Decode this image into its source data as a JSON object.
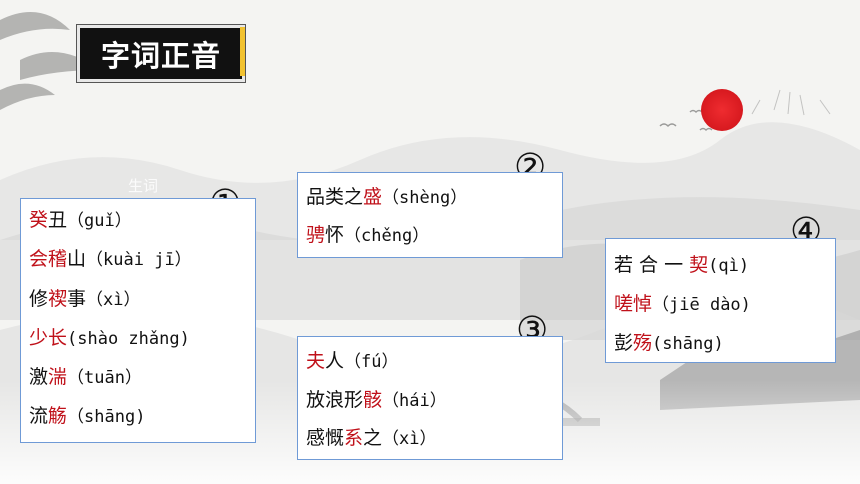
{
  "title": "字词正音",
  "ghost_text": "生词",
  "groups": [
    {
      "number": "①",
      "items": [
        {
          "parts": [
            {
              "t": "癸",
              "red": true
            },
            {
              "t": "丑",
              "red": false
            }
          ],
          "pinyin": "（guǐ）"
        },
        {
          "parts": [
            {
              "t": "会稽",
              "red": true
            },
            {
              "t": "山",
              "red": false
            }
          ],
          "pinyin": "（kuài jī）"
        },
        {
          "parts": [
            {
              "t": "修",
              "red": false
            },
            {
              "t": "禊",
              "red": true
            },
            {
              "t": "事",
              "red": false
            }
          ],
          "pinyin": "（xì）"
        },
        {
          "parts": [
            {
              "t": "少长",
              "red": true
            }
          ],
          "pinyin": "(shào zhǎng)"
        },
        {
          "parts": [
            {
              "t": "激",
              "red": false
            },
            {
              "t": "湍",
              "red": true
            }
          ],
          "pinyin": "（tuān）"
        },
        {
          "parts": [
            {
              "t": "流",
              "red": false
            },
            {
              "t": "觞",
              "red": true
            }
          ],
          "pinyin": "（shāng)"
        }
      ]
    },
    {
      "number": "②",
      "items": [
        {
          "parts": [
            {
              "t": "品类之",
              "red": false
            },
            {
              "t": "盛",
              "red": true
            }
          ],
          "pinyin": "（shèng）"
        },
        {
          "parts": [
            {
              "t": "骋",
              "red": true
            },
            {
              "t": "怀",
              "red": false
            }
          ],
          "pinyin": "（chěng）"
        }
      ]
    },
    {
      "number": "③",
      "items": [
        {
          "parts": [
            {
              "t": "夫",
              "red": true
            },
            {
              "t": "人",
              "red": false
            }
          ],
          "pinyin": "（fú）"
        },
        {
          "parts": [
            {
              "t": "放浪形",
              "red": false
            },
            {
              "t": "骸",
              "red": true
            }
          ],
          "pinyin": "（hái）"
        },
        {
          "parts": [
            {
              "t": "感慨",
              "red": false
            },
            {
              "t": "系",
              "red": true
            },
            {
              "t": "之",
              "red": false
            }
          ],
          "pinyin": "（xì）"
        }
      ]
    },
    {
      "number": "④",
      "items": [
        {
          "parts": [
            {
              "t": "若 合 一 ",
              "red": false
            },
            {
              "t": "契",
              "red": true
            }
          ],
          "pinyin": "(qì)"
        },
        {
          "parts": [
            {
              "t": "嗟悼",
              "red": true
            }
          ],
          "pinyin": "（jiē  dào)"
        },
        {
          "parts": [
            {
              "t": "彭",
              "red": false
            },
            {
              "t": "殇",
              "red": true
            }
          ],
          "pinyin": "(shāng)"
        }
      ]
    }
  ],
  "colors": {
    "highlight": "#c0111a",
    "border": "#6f9ad6",
    "sun": "#e0202a"
  }
}
